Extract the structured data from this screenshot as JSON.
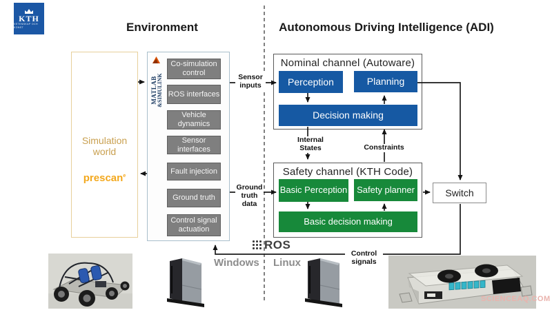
{
  "page": {
    "env_title": "Environment",
    "adi_title": "Autonomous Driving Intelligence (ADI)",
    "watermark": "SCIENCEAQ.COM"
  },
  "kth_logo": {
    "text": "KTH",
    "sub": "VETENSKAP OCH KONST"
  },
  "simulation_world": {
    "label": "Simulation world",
    "brand": "prescan",
    "brand_mark": "e"
  },
  "matlab_column": {
    "logo_line1": "MATLAB",
    "logo_line2": "&SIMULINK",
    "modules": [
      "Co-simulation control",
      "ROS interfaces",
      "Vehicle dynamics",
      "Sensor interfaces",
      "Fault injection",
      "Ground truth",
      "Control signal actuation"
    ]
  },
  "nominal_channel": {
    "title": "Nominal channel (Autoware)",
    "perception": "Perception",
    "planning": "Planning",
    "decision_making": "Decision making"
  },
  "safety_channel": {
    "title": "Safety channel (KTH Code)",
    "basic_perception": "Basic Perception",
    "safety_planner": "Safety planner",
    "basic_decision_making": "Basic decision making"
  },
  "switch_block": {
    "label": "Switch"
  },
  "flow_labels": {
    "sensor_inputs": "Sensor inputs",
    "ground_truth_data": "Ground truth data",
    "internal_states": "Internal States",
    "constraints": "Constraints",
    "control_signals": "Control signals"
  },
  "platforms": {
    "ros": "ROS",
    "windows": "Windows",
    "linux": "Linux"
  },
  "colors": {
    "nominal_blue": "#1659a3",
    "safety_green": "#17893a",
    "module_gray": "#7f7f7f",
    "sim_border_tan": "#e7cf9a",
    "sim_text_orange": "#c9a050",
    "prescan_orange": "#f3a81d",
    "kth_blue": "#1b57a5",
    "watermark_red": "#eab3ad"
  }
}
